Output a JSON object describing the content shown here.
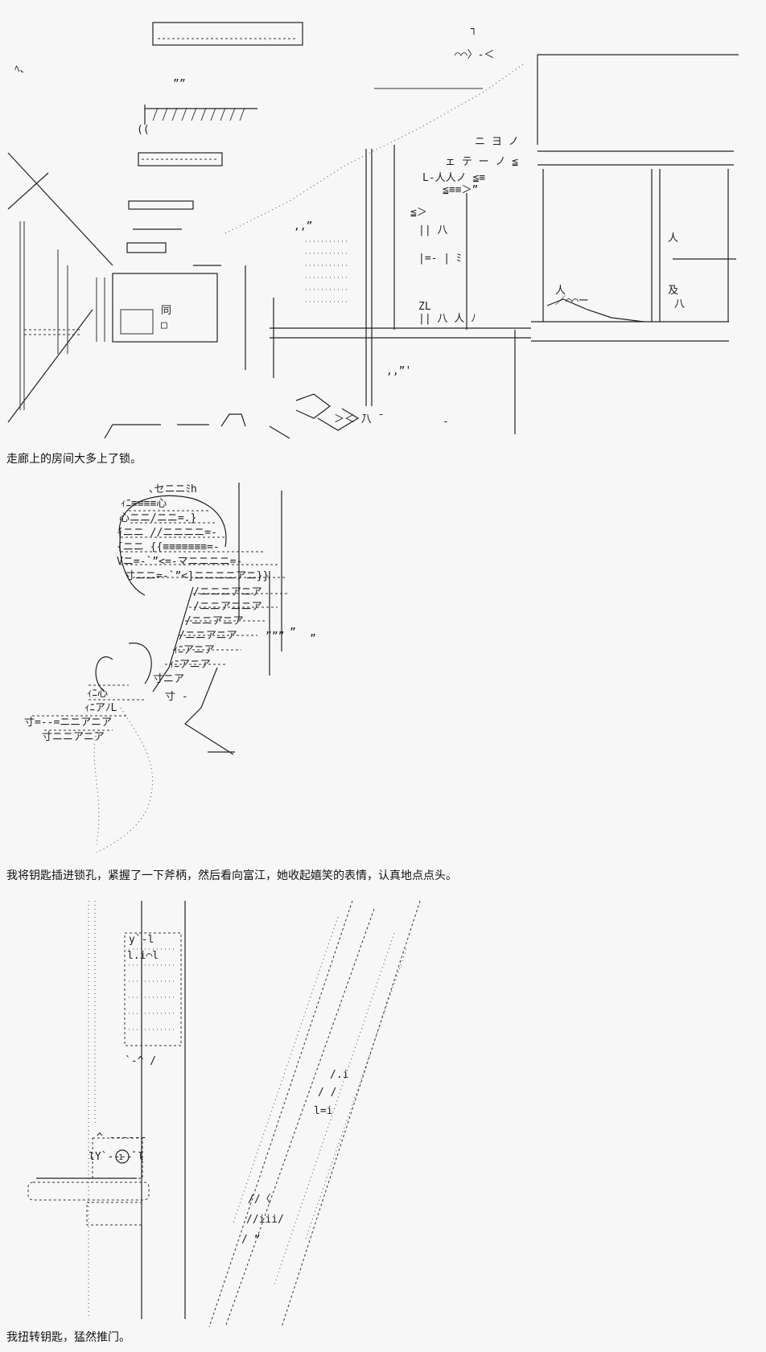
{
  "captions": {
    "panel_1": "走廊上的房间大多上了锁。",
    "panel_2": "我将钥匙插进锁孔，紧握了一下斧柄，然后看向富江，她收起嬉笑的表情，认真地点点头。",
    "panel_3": "我扭转钥匙，猛然推门。"
  }
}
